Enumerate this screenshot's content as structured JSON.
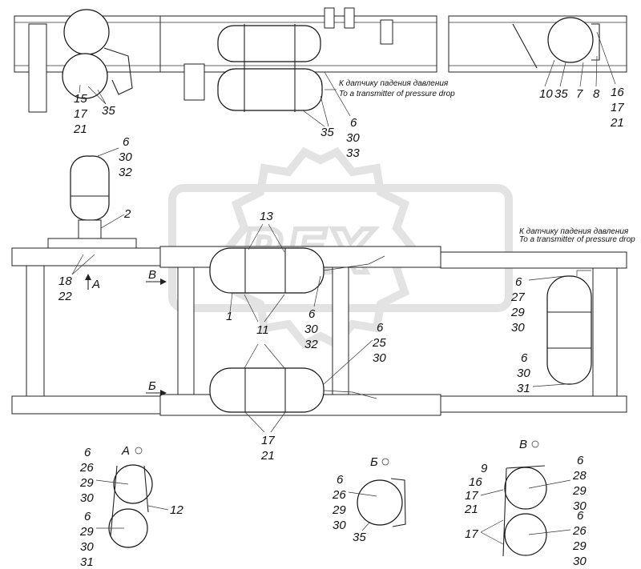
{
  "notes": {
    "sensor_ru": "К датчику падения давления",
    "sensor_en": "To a transmitter of pressure drop"
  },
  "watermark": "REX",
  "views": {
    "a": "А",
    "b": "Б",
    "v": "В"
  },
  "callouts": {
    "top_left_group": [
      "15",
      "17",
      "21"
    ],
    "top_left_35": "35",
    "top_right_10": "10",
    "top_right_35": "35",
    "top_right_7": "7",
    "top_right_8": "8",
    "top_right_group": [
      "16",
      "17",
      "21"
    ],
    "top_mid_35": "35",
    "top_mid_group": [
      "6",
      "30",
      "33"
    ],
    "vert_tank_group": [
      "6",
      "30",
      "32"
    ],
    "vert_tank_2": "2",
    "bracket_group": [
      "18",
      "22"
    ],
    "arrow_a": "А",
    "arrow_b1": "В",
    "arrow_b2": "Б",
    "tank_13": "13",
    "tank_1": "1",
    "tank_11": "11",
    "mid_group": [
      "6",
      "30",
      "32"
    ],
    "mid_group2": [
      "6",
      "25",
      "30"
    ],
    "right_tank_group": [
      "6",
      "27",
      "29",
      "30"
    ],
    "right_tank_group2": [
      "6",
      "30",
      "31"
    ],
    "bottom_tank_group": [
      "17",
      "21"
    ],
    "view_a_top": [
      "6",
      "26",
      "29",
      "30"
    ],
    "view_a_bottom": [
      "6",
      "29",
      "30",
      "31"
    ],
    "view_a_12": "12",
    "view_b_group": [
      "6",
      "26",
      "29",
      "30"
    ],
    "view_b_35": "35",
    "view_v_9": "9",
    "view_v_left1": [
      "16",
      "17",
      "21"
    ],
    "view_v_left2": "17",
    "view_v_top": [
      "6",
      "28",
      "29",
      "30"
    ],
    "view_v_bottom": [
      "6",
      "26",
      "29",
      "30"
    ]
  }
}
